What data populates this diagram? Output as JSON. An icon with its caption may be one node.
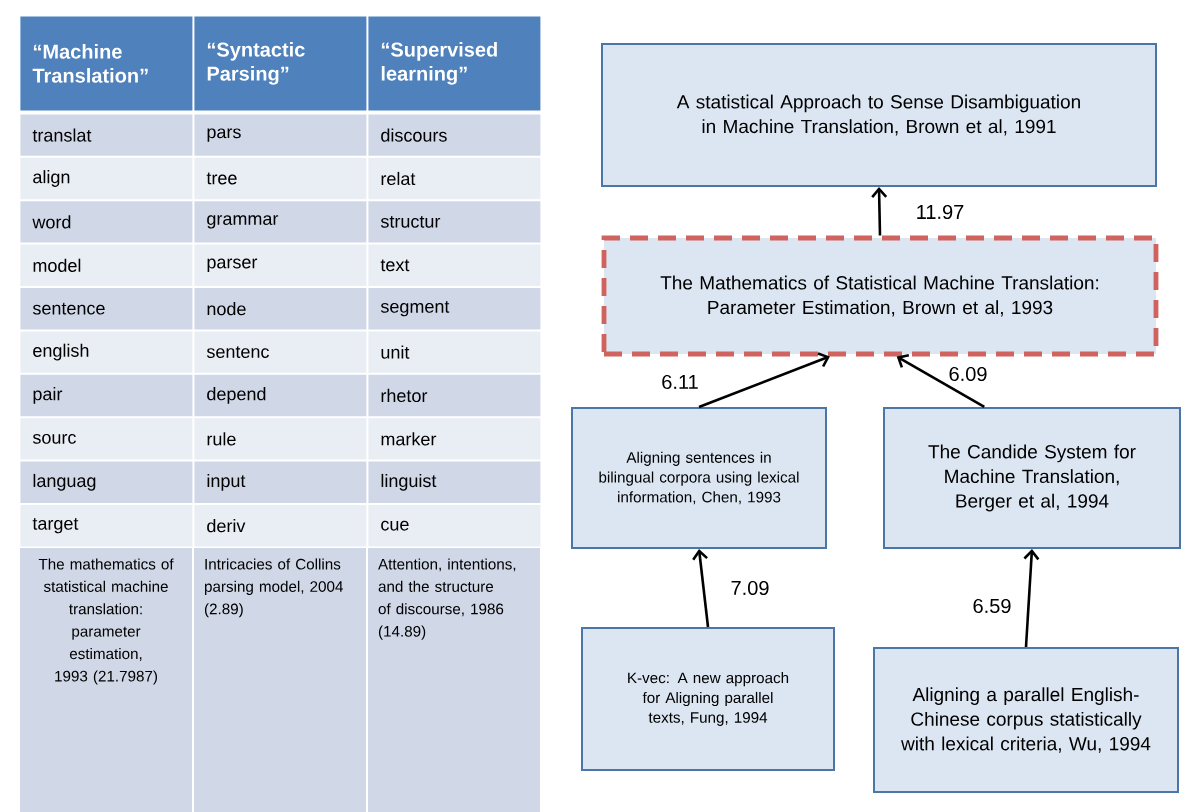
{
  "diagram": {
    "nodes": [
      {
        "text": [
          "A statistical Approach to Sense Disambiguation in Machine Translation, Brown et al, 1991"
        ]
      },
      {
        "text": [
          "The Mathematics of Statistical Machine Translation: Parameter Estimation, Brown et al, 1993"
        ]
      },
      {
        "text": [
          "Aligning sentences in bilingual corpora using lexical information, Chen, 1993"
        ]
      },
      {
        "text": [
          "The Candide System for Machine Translation, Berger et al, 1994"
        ]
      },
      {
        "text": [
          "K-vec: A new approach for Aligning parallel texts, Fung, 1994"
        ]
      },
      {
        "text": [
          "Aligning a parallel English-Chinese corpus statistically with lexical criteria, Wu, 1994"
        ]
      }
    ],
    "edges": [
      {
        "from": 1,
        "to": 0,
        "arrow": "to",
        "label": "11.97"
      },
      {
        "from": 2,
        "to": 1,
        "arrow": "to",
        "label": "6.11"
      },
      {
        "from": 3,
        "to": 1,
        "arrow": "to",
        "label": "6.09"
      },
      {
        "from": 4,
        "to": 2,
        "arrow": "to",
        "label": "7.09"
      },
      {
        "from": 5,
        "to": 3,
        "arrow": "to",
        "label": "6.59"
      }
    ],
    "labels": [
      "“Machine Translation”",
      "“Syntactic Parsing”",
      "“Supervised learning”",
      "translat",
      "pars",
      "discours",
      "align",
      "tree",
      "relat",
      "word",
      "grammar",
      "structur",
      "model",
      "parser",
      "text",
      "sentence",
      "node",
      "segment",
      "english",
      "sentenc",
      "unit",
      "pair",
      "depend",
      "rhetor",
      "sourc",
      "rule",
      "marker",
      "languag",
      "input",
      "linguist",
      "target",
      "deriv",
      "cue",
      "The mathematics of statistical machine translation: parameter estimation, 1993 (21.7987)",
      "Intricacies of Collins parsing model, 2004 (2.89)",
      "Attention, intentions, and the structure of discourse, 1986 (14.89)"
    ]
  }
}
